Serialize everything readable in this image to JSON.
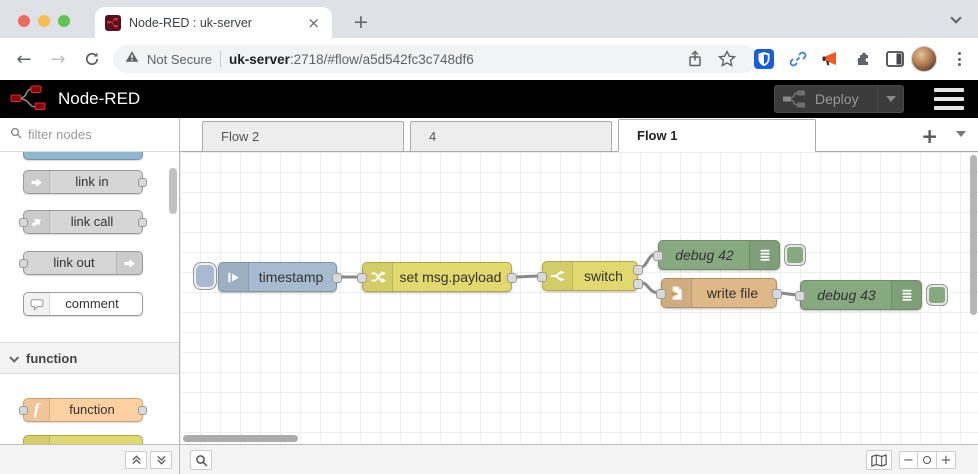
{
  "browser": {
    "tab_title": "Node-RED : uk-server",
    "close_glyph": "×",
    "new_tab_glyph": "+",
    "back_glyph": "←",
    "forward_glyph": "→",
    "not_secure_label": "Not Secure",
    "url_host": "uk-server",
    "url_rest": ":2718/#flow/a5d542fc3c748df6"
  },
  "header": {
    "app_title": "Node-RED",
    "deploy_label": "Deploy"
  },
  "palette": {
    "filter_placeholder": "filter nodes",
    "items": [
      {
        "label": "link in"
      },
      {
        "label": "link call"
      },
      {
        "label": "link out"
      },
      {
        "label": "comment"
      },
      {
        "label": "function"
      }
    ],
    "category_label": "function"
  },
  "workspace": {
    "tabs": [
      {
        "label": "Flow 2"
      },
      {
        "label": "4"
      },
      {
        "label": "Flow 1"
      }
    ],
    "add_tab_glyph": "+"
  },
  "flow": {
    "inject_label": "timestamp",
    "change_label": "set msg.payload",
    "switch_label": "switch",
    "debug42_label": "debug 42",
    "writefile_label": "write file",
    "debug43_label": "debug 43"
  },
  "footer": {
    "zoom_out_glyph": "−",
    "zoom_in_glyph": "+"
  },
  "colors": {
    "inject_node": "#a6bbcf",
    "function_yellow": "#e2d96e",
    "debug_green": "#87a980",
    "file_tan": "#deb887",
    "function_orange": "#fdd0a2",
    "nr_red": "#8f0000",
    "header_bg": "#000000",
    "wire": "#888888"
  }
}
